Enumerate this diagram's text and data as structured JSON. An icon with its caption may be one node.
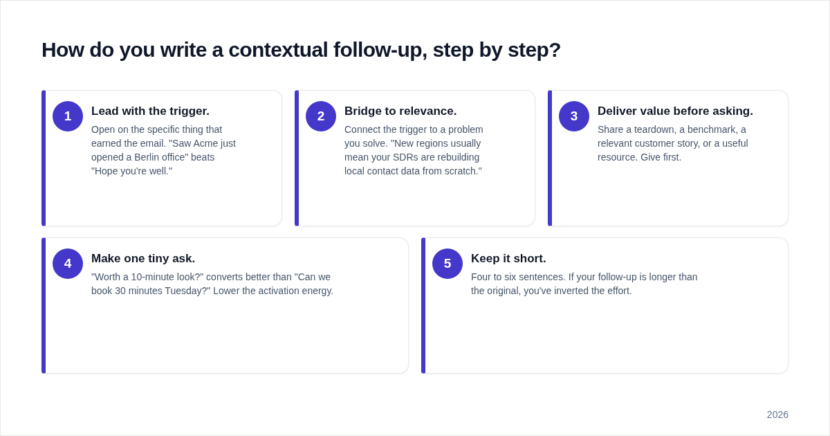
{
  "diagram": {
    "title": "How do you write a contextual follow-up, step by step?",
    "nodes": [
      {
        "text": [
          "Lead with the trigger.",
          "Open on the specific thing that earned the email. \"Saw Acme just opened a Berlin office\" beats \"Hope you're well.\""
        ]
      },
      {
        "text": [
          "1"
        ],
        "in": 0
      },
      {
        "text": [
          "Bridge to relevance.",
          "Connect the trigger to a problem you solve. \"New regions usually mean your SDRs are rebuilding local contact data from scratch.\""
        ]
      },
      {
        "text": [
          "2"
        ],
        "in": 2
      },
      {
        "text": [
          "Deliver value before asking.",
          "Share a teardown, a benchmark, a relevant customer story, or a useful resource. Give first."
        ]
      },
      {
        "text": [
          "3"
        ],
        "in": 4
      },
      {
        "text": [
          "Make one tiny ask.",
          "\"Worth a 10-minute look?\" converts better than \"Can we book 30 minutes Tuesday?\" Lower the activation energy."
        ]
      },
      {
        "text": [
          "4"
        ],
        "in": 6
      },
      {
        "text": [
          "Keep it short.",
          "Four to six sentences. If your follow-up is longer than the original, you've inverted the effort."
        ]
      },
      {
        "text": [
          "5"
        ],
        "in": 8
      }
    ],
    "labels": [
      "2026"
    ]
  }
}
